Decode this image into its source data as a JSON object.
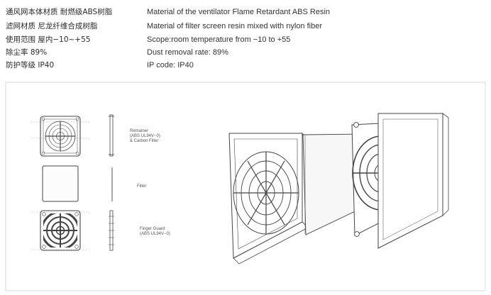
{
  "specs_cn": [
    "通风网本体材质  耐燃级ABS树脂",
    "滤网材质  尼龙纤维合成树脂",
    "使用范围  屋内−10~+55",
    "除尘率  89%",
    "防护等级  IP40"
  ],
  "specs_en": [
    "Material of the ventilator Flame Retardant ABS Resin",
    "Material of filter screen resin mixed with nylon fiber",
    "Scope:room temperature from −10 to +55",
    "Dust removal rate: 89%",
    "IP code: IP40"
  ],
  "parts": {
    "remainer": [
      "Remainer",
      "(ABS UL94V−0)",
      "& Carbon Filter"
    ],
    "filter": [
      "Filter"
    ],
    "finger_guard": [
      "Finger Guard",
      "(ABS UL94V−0)"
    ]
  }
}
